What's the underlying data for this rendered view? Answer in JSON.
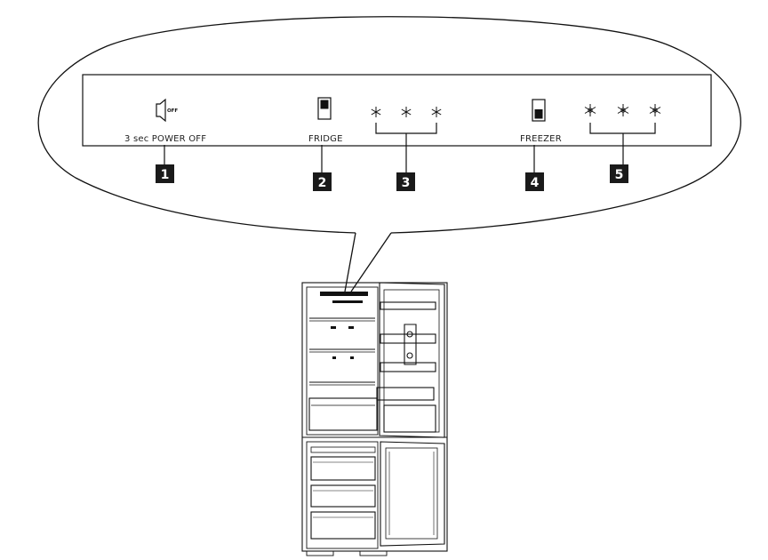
{
  "panel": {
    "power_label": "3 sec POWER OFF",
    "sound_off_text": "OFF",
    "fridge_label": "FRIDGE",
    "freezer_label": "FREEZER"
  },
  "callouts": [
    "1",
    "2",
    "3",
    "4",
    "5"
  ],
  "icons": {
    "sound": "speaker-off-icon",
    "fridge": "fridge-compartment-icon",
    "freezer": "freezer-compartment-icon",
    "fridge_levels": "asterisk-icon",
    "freezer_levels": "snowflake-icon"
  },
  "colors": {
    "line": "#111111",
    "badge": "#1a1a1a",
    "background": "#ffffff"
  }
}
